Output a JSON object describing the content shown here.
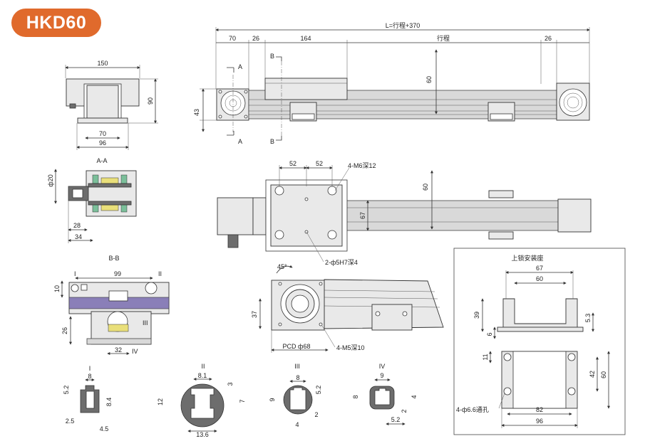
{
  "title": "HKD60",
  "section_labels": {
    "a_a": "A-A",
    "b_b": "B-B",
    "r1": "I",
    "r2": "II",
    "r3": "III",
    "r4": "IV",
    "A": "A",
    "B": "B"
  },
  "top_view": {
    "total": "L=行程+370",
    "d70": "70",
    "d26a": "26",
    "d164": "164",
    "stroke": "行程",
    "d26b": "26",
    "h60": "60",
    "h43": "43"
  },
  "end_view": {
    "w150": "150",
    "h90": "90",
    "w70": "70",
    "w96": "96"
  },
  "section_aa": {
    "dia20": "ф20",
    "d28": "28",
    "d34": "34"
  },
  "side_view": {
    "d52a": "52",
    "d52b": "52",
    "m6": "4-M6深12",
    "h60": "60",
    "h67": "67",
    "pin": "2-ф5H7深4"
  },
  "section_bb": {
    "d99": "99",
    "d10": "10",
    "d26": "26",
    "d32": "32"
  },
  "motor_view": {
    "angle": "45°",
    "h37": "37",
    "pcd": "PCD ф68",
    "m5": "4-M5深10"
  },
  "mount_box": {
    "title": "上锁安装座",
    "d67": "67",
    "d60": "60",
    "d39": "39",
    "d6": "6",
    "d53": "5.3",
    "d11": "11",
    "d42": "42",
    "d60v": "60",
    "d82": "82",
    "d96": "96",
    "holes": "4-ф6.6通孔"
  },
  "slot1": {
    "d8": "8",
    "d52": "5.2",
    "d84": "8.4",
    "d25": "2.5",
    "d45": "4.5"
  },
  "slot2": {
    "d81": "8.1",
    "d3": "3",
    "d12": "12",
    "d7": "7",
    "d136": "13.6"
  },
  "slot3": {
    "d8": "8",
    "d9": "9",
    "d52": "5.2",
    "d2": "2",
    "d4": "4"
  },
  "slot4": {
    "d9": "9",
    "d8": "8",
    "d4": "4",
    "d2": "2",
    "d52": "5.2"
  }
}
